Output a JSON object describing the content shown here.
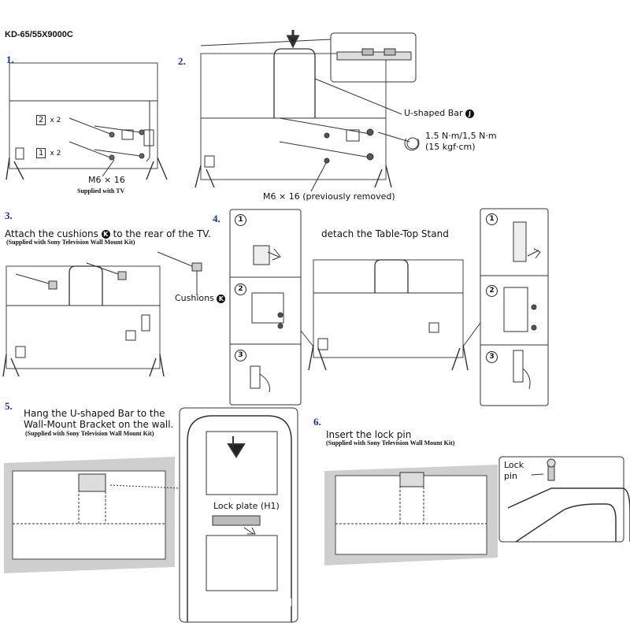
{
  "model": "KD-65/55X9000C",
  "steps": [
    {
      "number": "1.",
      "screw": "M6 × 16",
      "note": "Supplied with TV",
      "badges": [
        {
          "num": "2",
          "count": "x 2"
        },
        {
          "num": "1",
          "count": "x 2"
        }
      ]
    },
    {
      "number": "2.",
      "part_label": "U-shaped Bar",
      "part_id": "J",
      "torque_line1": "1.5 N·m/1,5 N·m",
      "torque_line2": "(15 kgf·cm)",
      "screw": "M6 × 16 (previously removed)"
    },
    {
      "number": "3.",
      "instruction_pre": "Attach the cushions",
      "instruction_id": "K",
      "instruction_post": "to the rear of the TV.",
      "note": "(Supplied with Sony Television Wall Mount Kit)",
      "part_label": "Cushions",
      "part_id": "K"
    },
    {
      "number": "4.",
      "instruction": "detach the Table-Top Stand",
      "substeps": [
        "1",
        "2",
        "3"
      ]
    },
    {
      "number": "5.",
      "instruction_line1": "Hang the U-shaped Bar to the",
      "instruction_line2": "Wall-Mount Bracket on the wall.",
      "note": "(Supplied with Sony Television Wall Mount Kit)",
      "part_label": "Lock plate (H1)"
    },
    {
      "number": "6.",
      "instruction": "Insert the lock pin",
      "note": "(Supplied with Sony Television Wall Mount Kit)",
      "part_label_line1": "Lock",
      "part_label_line2": "pin"
    }
  ]
}
